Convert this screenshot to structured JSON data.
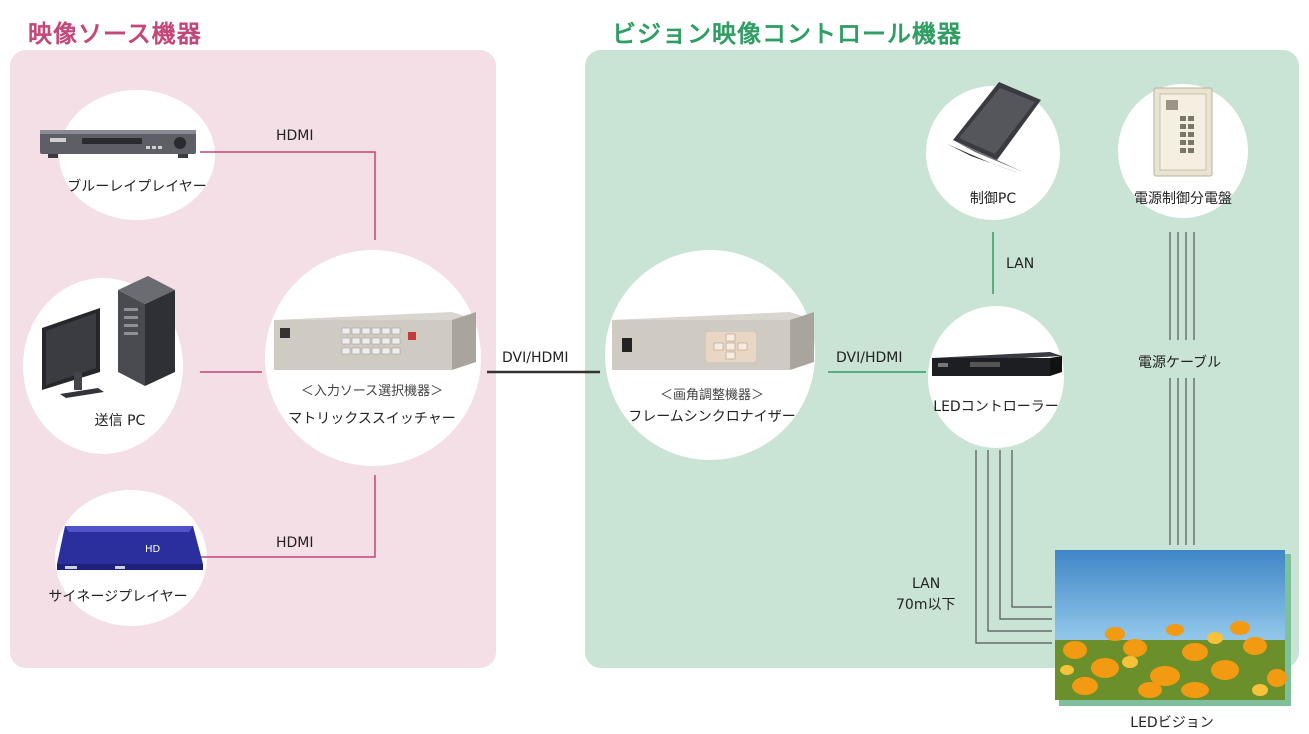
{
  "sections": {
    "source": "映像ソース機器",
    "control": "ビジョン映像コントロール機器"
  },
  "devices": {
    "bluray": "ブルーレイプレイヤー",
    "sending_pc": "送信 PC",
    "signage": "サイネージプレイヤー",
    "matrix_caption": "＜入力ソース選択機器＞",
    "matrix": "マトリックススイッチャー",
    "frame_caption": "＜画角調整機器＞",
    "frame_sync": "フレームシンクロナイザー",
    "control_pc": "制御PC",
    "power_panel": "電源制御分電盤",
    "led_controller": "LEDコントローラー",
    "led_vision": "LEDビジョン"
  },
  "connections": {
    "hdmi_top": "HDMI",
    "hdmi_bottom": "HDMI",
    "dvi_hdmi_1": "DVI/HDMI",
    "dvi_hdmi_2": "DVI/HDMI",
    "lan_top": "LAN",
    "power_cable": "電源ケーブル",
    "lan_bottom": "LAN",
    "lan_distance": "70m以下"
  },
  "colors": {
    "source_panel": "#f3dfe5",
    "control_panel": "#c9e3d4",
    "source_line": "#c4467a",
    "control_line": "#2e9e63"
  }
}
